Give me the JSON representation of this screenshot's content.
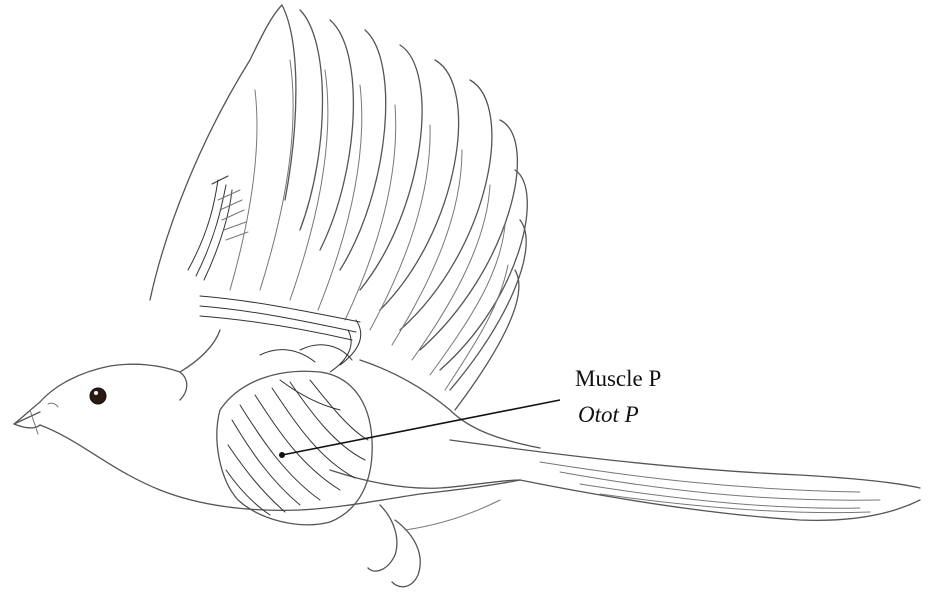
{
  "figure": {
    "subject": "bird-in-flight-anatomy",
    "labels": {
      "primary": "Muscle P",
      "secondary": "Otot P"
    },
    "colors": {
      "ink": "#111111",
      "outline": "#555555",
      "eye": "#2a1a10"
    }
  }
}
